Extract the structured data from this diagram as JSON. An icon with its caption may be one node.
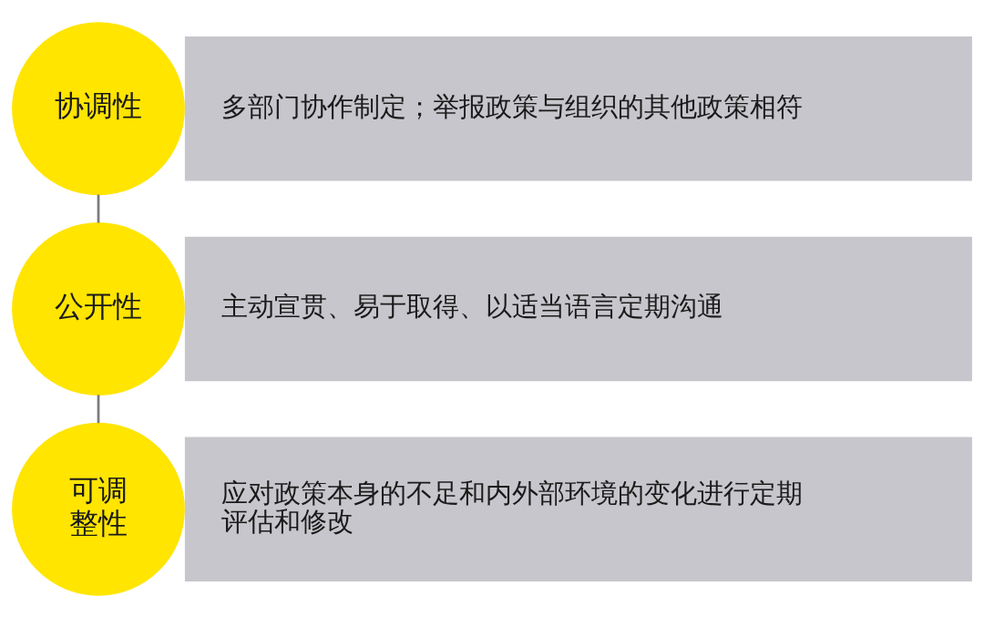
{
  "diagram": {
    "nodes": [
      {
        "text": [
          "协调性"
        ]
      },
      {
        "text": [
          "多部门协作制定；举报政策与组织的其他政策相符"
        ]
      },
      {
        "text": [
          "公开性"
        ]
      },
      {
        "text": [
          "主动宣贯、易于取得、以适当语言定期沟通"
        ]
      },
      {
        "text": [
          "可调整性"
        ]
      },
      {
        "text": [
          "应对政策本身的不足和内外部环境的变化进行定期评估和修改"
        ]
      }
    ],
    "edges": [
      {
        "from": 0,
        "to": 2,
        "arrow": "none"
      },
      {
        "from": 2,
        "to": 4,
        "arrow": "none"
      }
    ]
  }
}
